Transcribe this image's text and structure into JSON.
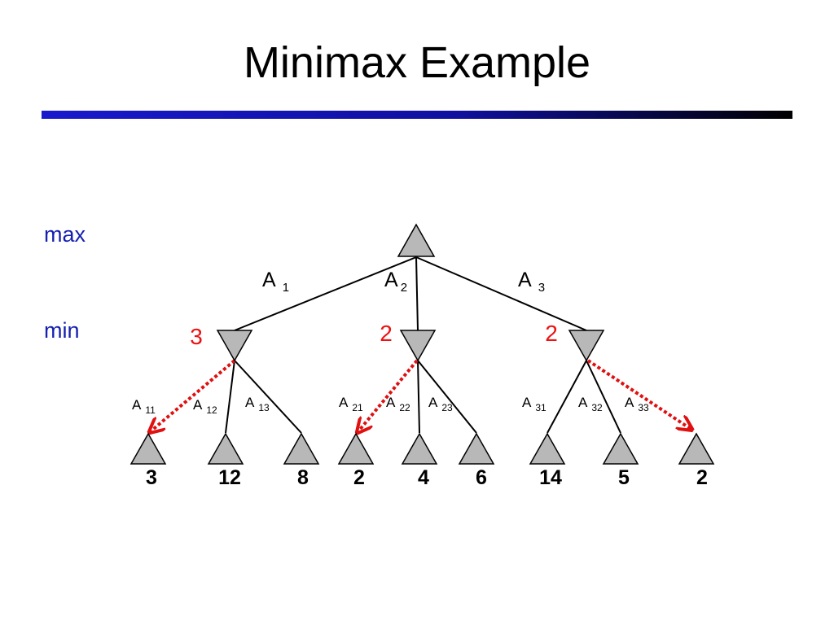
{
  "title": "Minimax Example",
  "levels": {
    "max": "max",
    "min": "min"
  },
  "top_edges": [
    {
      "a": "A",
      "sub": "1"
    },
    {
      "a": "A",
      "sub": "2"
    },
    {
      "a": "A",
      "sub": "3"
    }
  ],
  "min_nodes": [
    {
      "value": "3"
    },
    {
      "value": "2"
    },
    {
      "value": "2"
    }
  ],
  "leaf_edges": [
    {
      "a": "A",
      "sub": "11"
    },
    {
      "a": "A",
      "sub": "12"
    },
    {
      "a": "A",
      "sub": "13"
    },
    {
      "a": "A",
      "sub": "21"
    },
    {
      "a": "A",
      "sub": "22"
    },
    {
      "a": "A",
      "sub": "23"
    },
    {
      "a": "A",
      "sub": "31"
    },
    {
      "a": "A",
      "sub": "32"
    },
    {
      "a": "A",
      "sub": "33"
    }
  ],
  "leaves": [
    "3",
    "12",
    "8",
    "2",
    "4",
    "6",
    "14",
    "5",
    "2"
  ],
  "colors": {
    "node_fill": "#b8b8b8",
    "arrow": "#e01010",
    "label": "#1520b0",
    "rule": "#1a1acc"
  }
}
